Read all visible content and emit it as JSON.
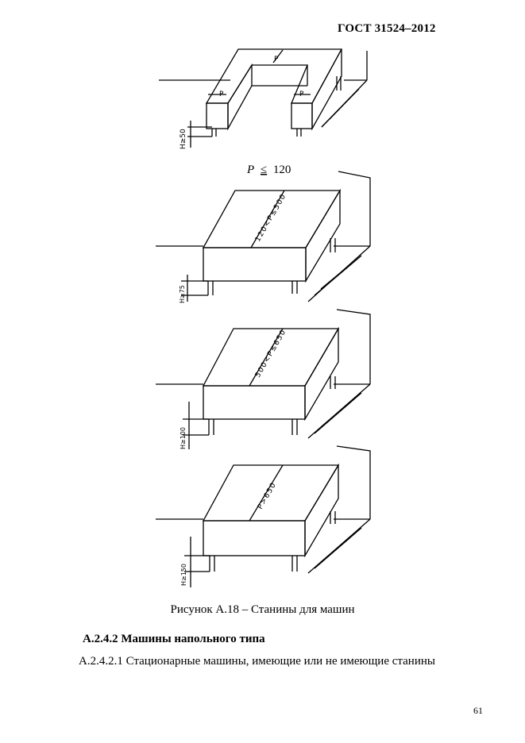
{
  "header": {
    "standard": "ГОСТ 31524–2012"
  },
  "figure": {
    "formula_var": "P",
    "formula_op": "≤",
    "formula_val": "120",
    "dim_p": "P",
    "labels": {
      "h1": "H≥50",
      "h2": "H≥75",
      "h3": "H≥100",
      "h4": "H≥150",
      "p2": "120<P≤500",
      "p3": "500<P≤650",
      "p4": "P>650"
    },
    "caption": "Рисунок А.18 – Станины для машин"
  },
  "section": {
    "title": "А.2.4.2 Машины напольного типа",
    "paragraph": "А.2.4.2.1 Стационарные машины, имеющие или не имеющие станины"
  },
  "page_number": "61"
}
